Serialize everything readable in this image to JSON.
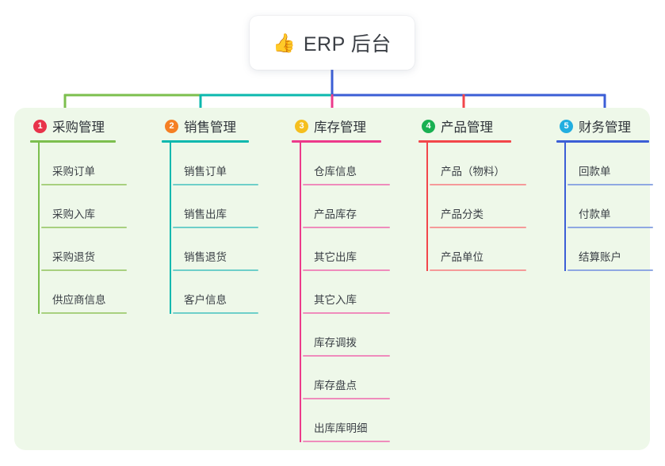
{
  "diagram": {
    "type": "mindmap",
    "root": {
      "icon": "thumbs-up-icon",
      "icon_glyph": "👍",
      "title": "ERP 后台"
    },
    "panel_color": "#eef8e9",
    "branches": [
      {
        "number": "1",
        "title": "采购管理",
        "badge_color": "#e8334a",
        "line_color": "#7cbf4e",
        "leaf_color": "#a8d07f",
        "items": [
          "采购订单",
          "采购入库",
          "采购退货",
          "供应商信息"
        ]
      },
      {
        "number": "2",
        "title": "销售管理",
        "badge_color": "#f57f24",
        "line_color": "#0bb8ae",
        "leaf_color": "#6ecfc9",
        "items": [
          "销售订单",
          "销售出库",
          "销售退货",
          "客户信息"
        ]
      },
      {
        "number": "3",
        "title": "库存管理",
        "badge_color": "#f5bf1e",
        "line_color": "#ec3a8b",
        "leaf_color": "#ef8cbc",
        "items": [
          "仓库信息",
          "产品库存",
          "其它出库",
          "其它入库",
          "库存调拨",
          "库存盘点",
          "出库库明细"
        ]
      },
      {
        "number": "4",
        "title": "产品管理",
        "badge_color": "#19b052",
        "line_color": "#f2464a",
        "leaf_color": "#f59a99",
        "items": [
          "产品（物料）",
          "产品分类",
          "产品单位"
        ]
      },
      {
        "number": "5",
        "title": "财务管理",
        "badge_color": "#22aee0",
        "line_color": "#3b5ed6",
        "leaf_color": "#8fa8e2",
        "items": [
          "回款单",
          "付款单",
          "结算账户"
        ]
      }
    ],
    "connectors": {
      "trunk_color": "#3b5ed6",
      "segment_1_color": "#7cbf4e",
      "segment_2_color": "#0bb8ae",
      "segment_3_color": "#3b5ed6",
      "drop_1_color": "#7cbf4e",
      "drop_2_color": "#0bb8ae",
      "drop_3_color": "#ec3a8b",
      "drop_4_color": "#f2464a",
      "drop_5_color": "#3b5ed6"
    }
  }
}
